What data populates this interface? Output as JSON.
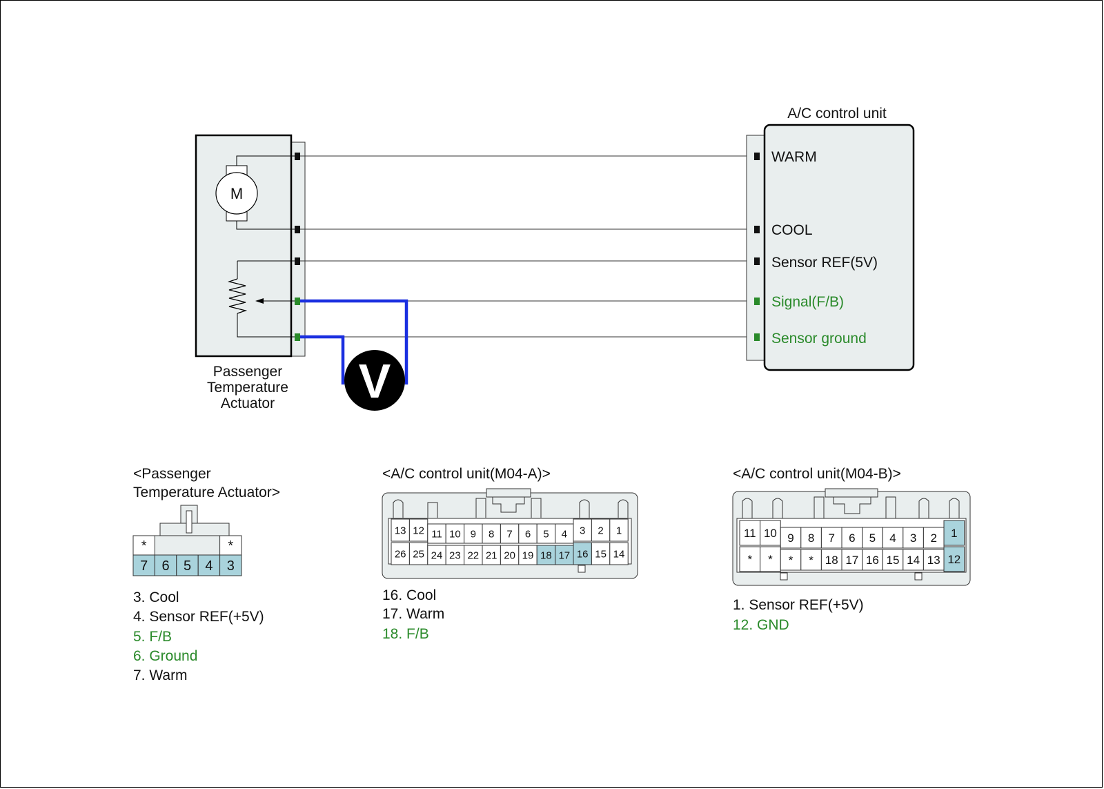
{
  "diagram": {
    "actuator": {
      "name_lines": [
        "Passenger",
        "Temperature",
        "Actuator"
      ],
      "motor_symbol": "M"
    },
    "ecu": {
      "title": "A/C control unit",
      "terminals": [
        {
          "label": "WARM",
          "color": "#111111"
        },
        {
          "label": "COOL",
          "color": "#111111"
        },
        {
          "label": "Sensor REF(5V)",
          "color": "#111111"
        },
        {
          "label": "Signal(F/B)",
          "color": "#2a8a2a"
        },
        {
          "label": "Sensor ground",
          "color": "#2a8a2a"
        }
      ]
    },
    "voltmeter": {
      "symbol": "V",
      "lead_color": "#1a2fe0"
    },
    "colors": {
      "highlight_pin": "#a9d3dc",
      "housing": "#e9eeee",
      "green": "#2a8a2a",
      "probe": "#1a2fe0"
    }
  },
  "connectors": {
    "actuator": {
      "title_lines": [
        "<Passenger",
        "Temperature Actuator>"
      ],
      "top_row": [
        "*",
        "",
        "",
        "",
        "*"
      ],
      "bottom_row": [
        "7",
        "6",
        "5",
        "4",
        "3"
      ],
      "highlighted": [
        "7",
        "6",
        "5",
        "4",
        "3"
      ],
      "legend": [
        {
          "text": "3. Cool",
          "color": "#111111"
        },
        {
          "text": "4. Sensor REF(+5V)",
          "color": "#111111"
        },
        {
          "text": "5. F/B",
          "color": "#2a8a2a"
        },
        {
          "text": "6. Ground",
          "color": "#2a8a2a"
        },
        {
          "text": "7. Warm",
          "color": "#111111"
        }
      ]
    },
    "m04a": {
      "title": "<A/C control unit(M04-A)>",
      "top_row": [
        "13",
        "12",
        "11",
        "10",
        "9",
        "8",
        "7",
        "6",
        "5",
        "4",
        "3",
        "2",
        "1"
      ],
      "bottom_row": [
        "26",
        "25",
        "24",
        "23",
        "22",
        "21",
        "20",
        "19",
        "18",
        "17",
        "16",
        "15",
        "14"
      ],
      "highlighted": [
        "18",
        "17",
        "16"
      ],
      "legend": [
        {
          "text": "16. Cool",
          "color": "#111111"
        },
        {
          "text": "17. Warm",
          "color": "#111111"
        },
        {
          "text": "18. F/B",
          "color": "#2a8a2a"
        }
      ]
    },
    "m04b": {
      "title": "<A/C control unit(M04-B)>",
      "top_row": [
        "11",
        "10",
        "9",
        "8",
        "7",
        "6",
        "5",
        "4",
        "3",
        "2",
        "1"
      ],
      "bottom_row": [
        "*",
        "*",
        "*",
        "*",
        "18",
        "17",
        "16",
        "15",
        "14",
        "13",
        "12"
      ],
      "highlighted": [
        "1",
        "12"
      ],
      "legend": [
        {
          "text": "1. Sensor REF(+5V)",
          "color": "#111111"
        },
        {
          "text": "12. GND",
          "color": "#2a8a2a"
        }
      ]
    }
  }
}
